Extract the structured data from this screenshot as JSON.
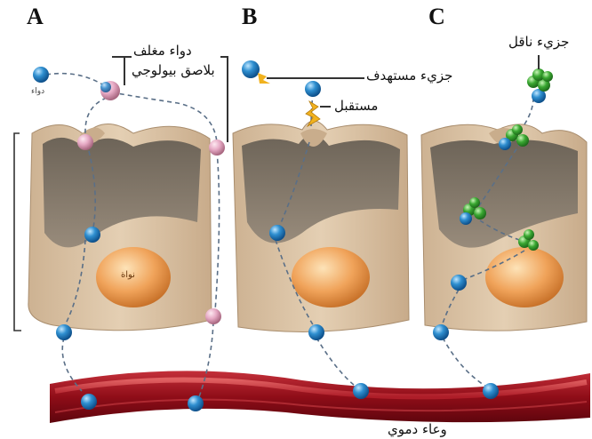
{
  "panels": [
    "A",
    "B",
    "C"
  ],
  "labels": {
    "coated_drug_line1": "دواء مغلف",
    "coated_drug_line2": "بلاصق بيولوجي",
    "drug_small": "دواء",
    "nucleus": "نواة",
    "target_molecule": "جزيء مستهدف",
    "receptor": "مستقبل",
    "carrier_molecule": "جزيء ناقل",
    "blood_vessel": "وعاء دموي"
  },
  "icons": {
    "drug": "blue-sphere",
    "coated_drug": "pink-sphere",
    "carrier": "green-cluster",
    "receptor": "yellow-bolt"
  },
  "colors": {
    "drug_blue": "#2f8fd0",
    "coating_pink": "#e6a9c4",
    "carrier_green": "#3aa832",
    "receptor_yellow": "#f1b21f",
    "cell_beige": "#d9c1a3",
    "nucleus_orange": "#f0a35a",
    "vessel_red": "#a3101d"
  }
}
